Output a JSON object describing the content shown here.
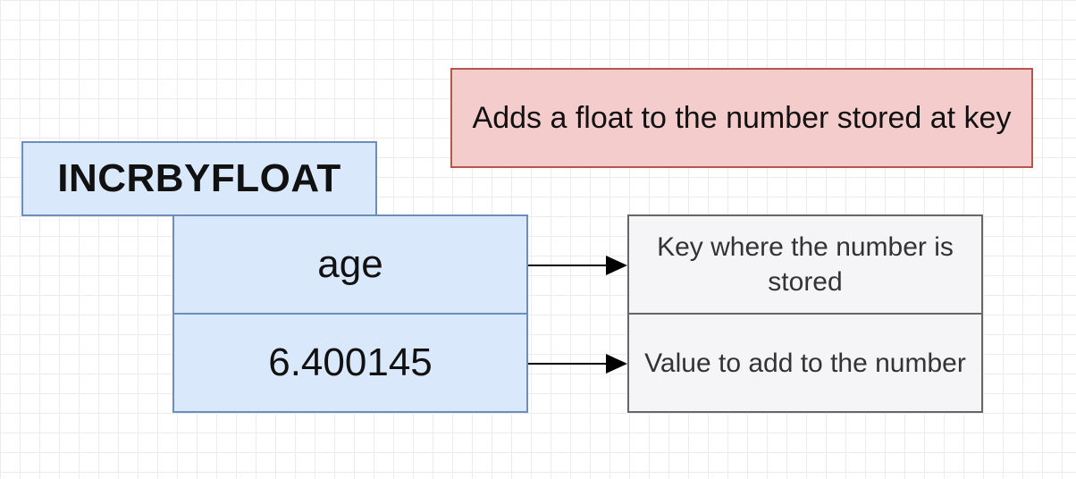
{
  "diagram": {
    "description": "Adds a float to the number stored at key",
    "command": "INCRBYFLOAT",
    "arguments": [
      {
        "value": "age",
        "note": "Key where the number is stored"
      },
      {
        "value": "6.400145",
        "note": "Value to add to the number"
      }
    ]
  }
}
